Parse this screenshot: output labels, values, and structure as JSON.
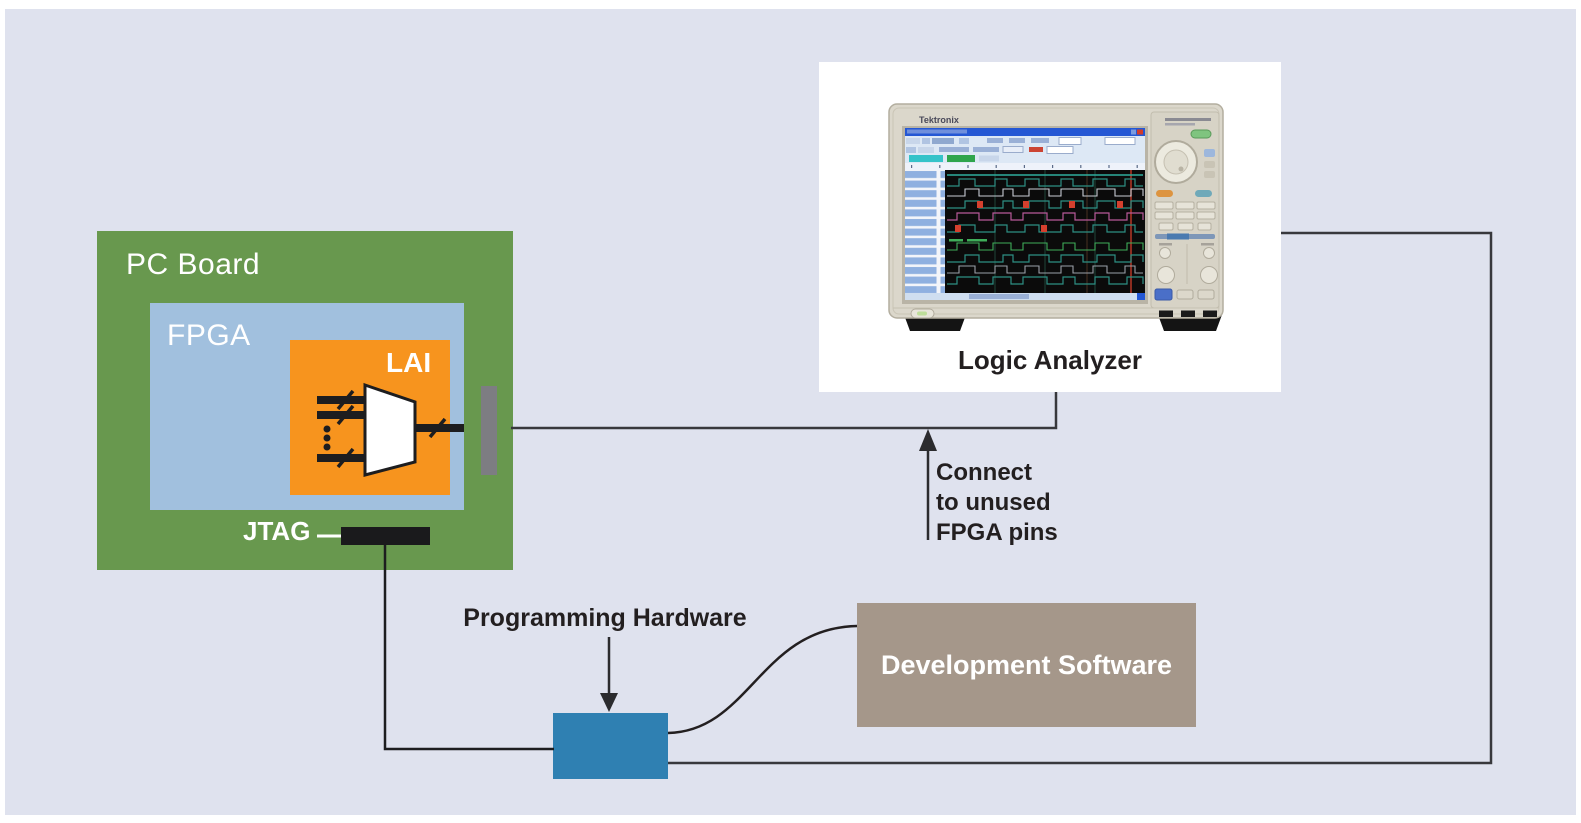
{
  "page": {
    "background_color": "#ffffff",
    "canvas_color": "#dfe2ee"
  },
  "pc_board": {
    "label": "PC Board",
    "color": "#68984e"
  },
  "fpga": {
    "label": "FPGA",
    "color": "#a1c0de"
  },
  "lai": {
    "label": "LAI",
    "color": "#f7941e"
  },
  "jtag": {
    "label": "JTAG",
    "connector_color": "#1a1a1c"
  },
  "fpga_pins_connector": {
    "color": "#7d7d82"
  },
  "logic_analyzer": {
    "caption": "Logic Analyzer",
    "brand": "Tektronix"
  },
  "connect_note": {
    "lines": [
      "Connect",
      "to unused",
      "FPGA pins"
    ]
  },
  "programming_hardware": {
    "label": "Programming Hardware",
    "box_color": "#2f80b2"
  },
  "development_software": {
    "label": "Development Software",
    "box_color": "#a5978a"
  },
  "line_color": "#38383c",
  "bus_color": "#1d1d1f"
}
